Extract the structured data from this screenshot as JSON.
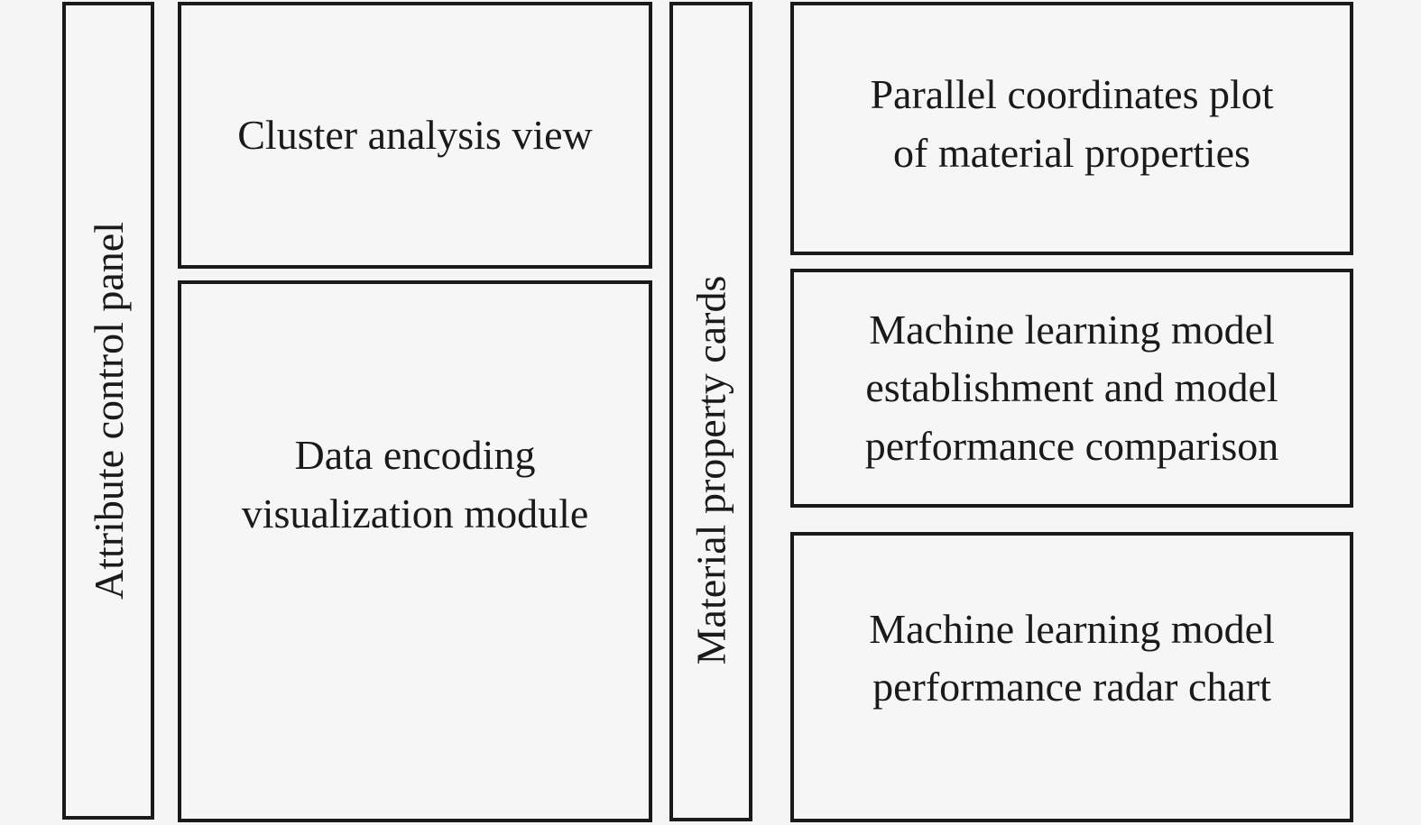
{
  "canvas": {
    "background": "#f5f5f5",
    "box_fill": "#f6f6f6",
    "border_color": "#1a1a1a",
    "text_color": "#1a1a1a"
  },
  "panels": {
    "attribute_panel": {
      "label": "Attribute control panel"
    },
    "cluster_view": {
      "label": "Cluster analysis view"
    },
    "data_encoding": {
      "lines": [
        "Data encoding",
        "visualization module"
      ]
    },
    "material_cards": {
      "label": "Material property cards"
    },
    "parallel_plot": {
      "lines": [
        "Parallel coordinates plot",
        "of material properties"
      ]
    },
    "ml_model": {
      "lines": [
        "Machine learning model",
        "establishment and model",
        "performance comparison"
      ]
    },
    "radar_chart": {
      "lines": [
        "Machine learning model",
        "performance radar chart"
      ]
    }
  }
}
